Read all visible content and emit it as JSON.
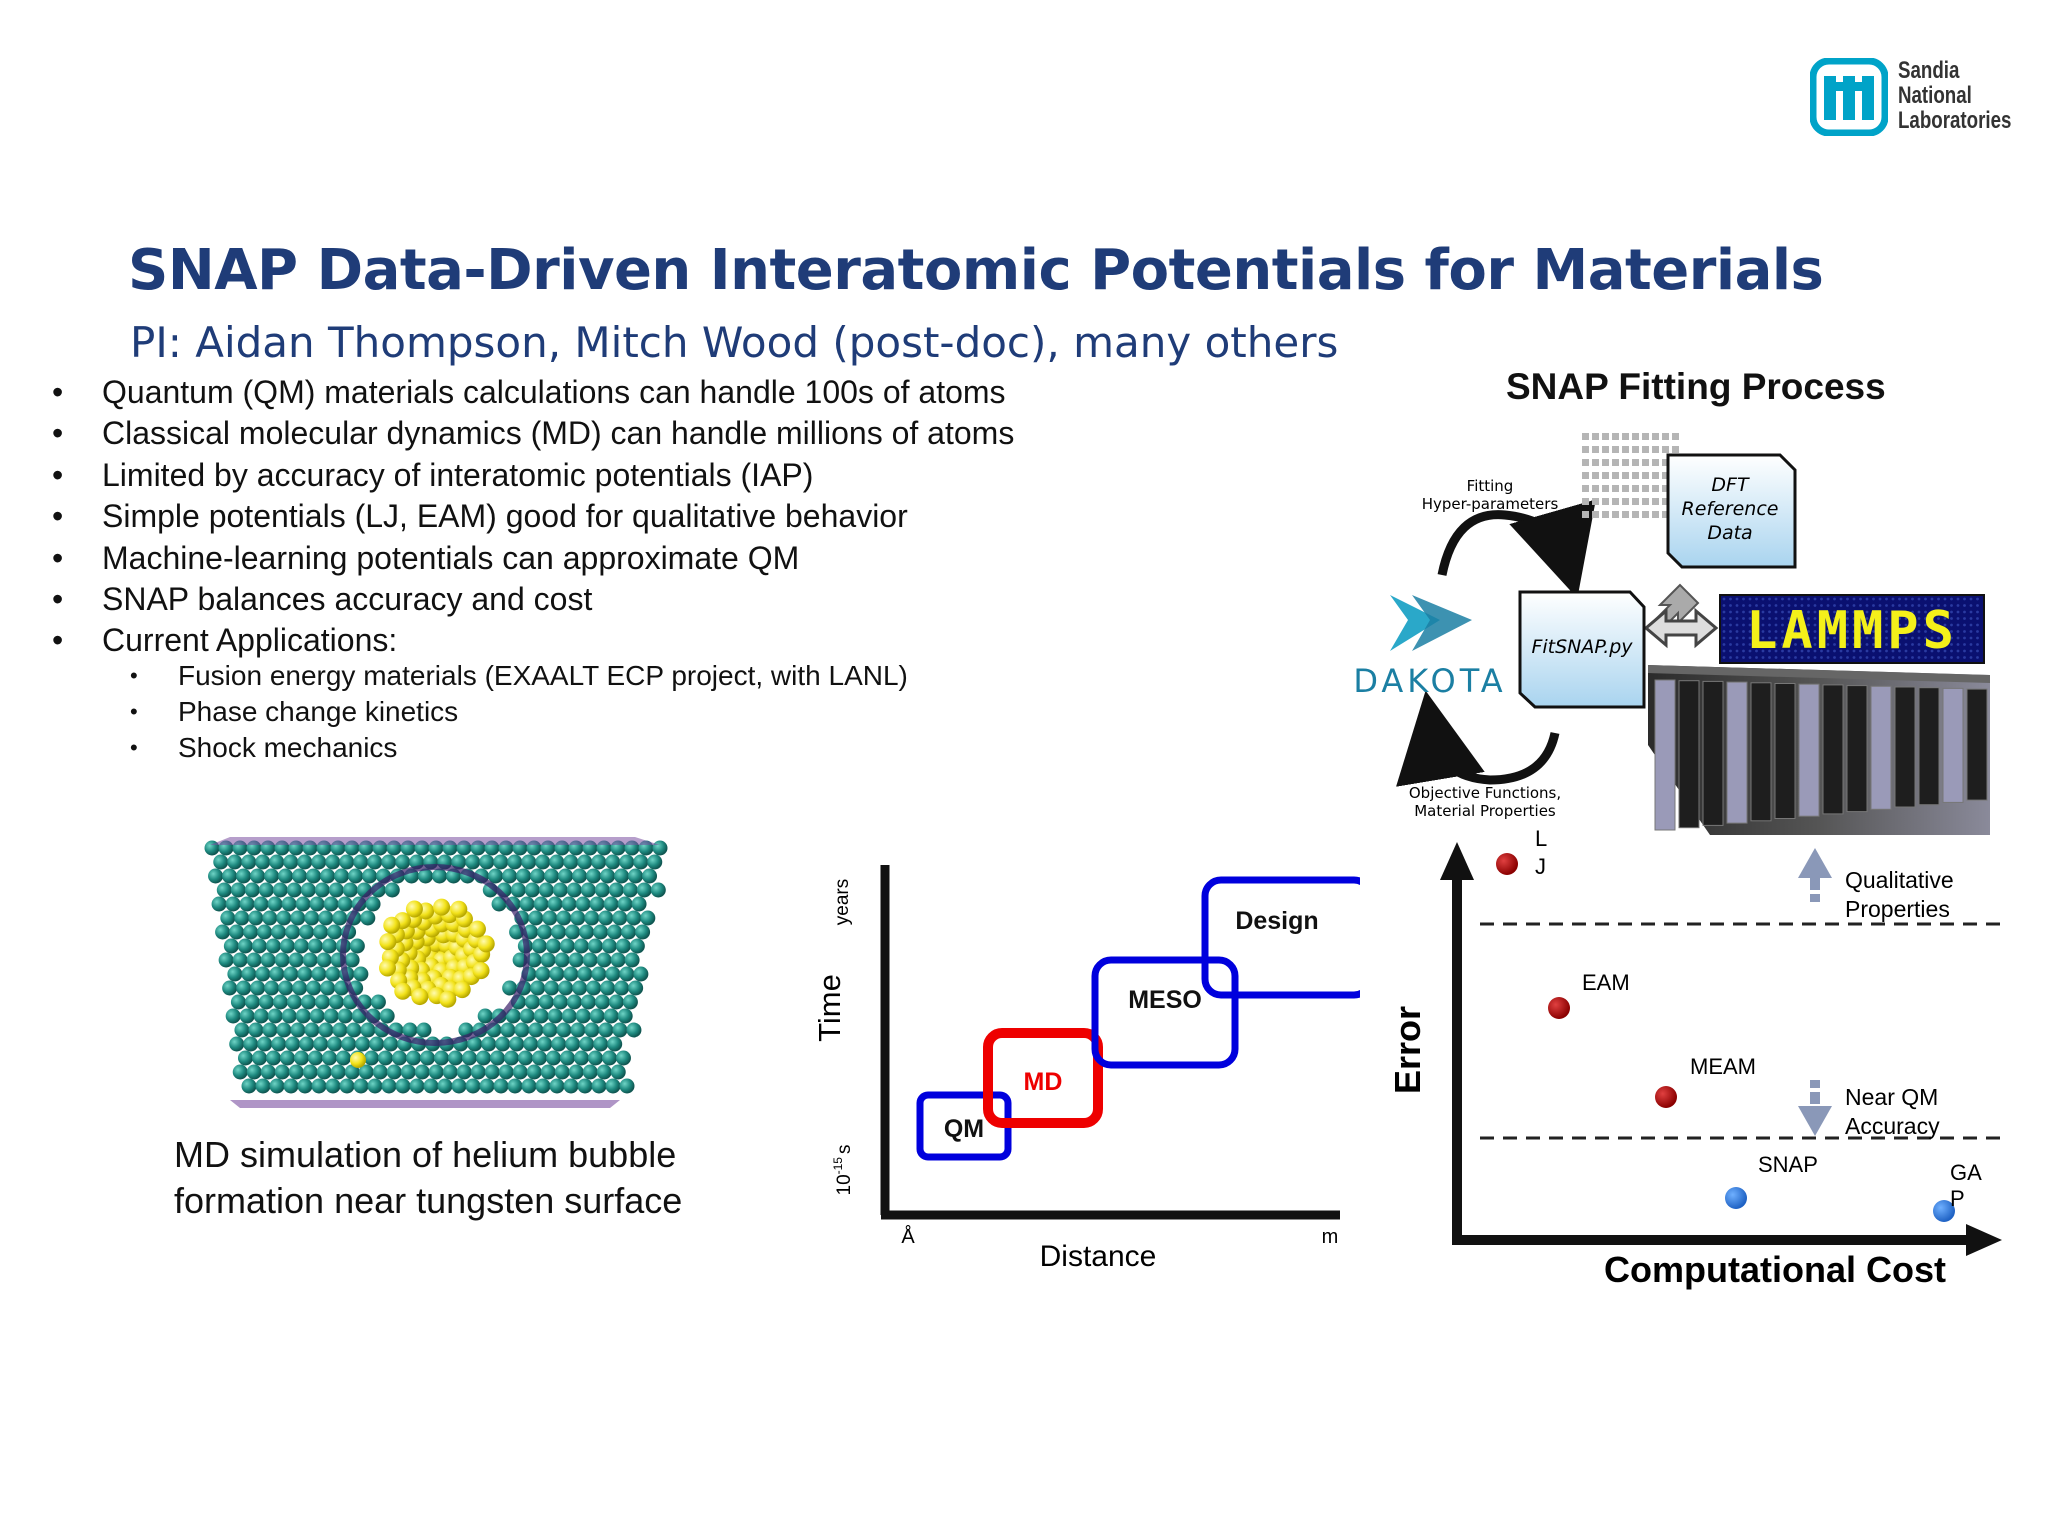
{
  "logo": {
    "org_line1": "Sandia",
    "org_line2": "National",
    "org_line3": "Laboratories",
    "color": "#00a3c8"
  },
  "slide": {
    "title": "SNAP Data-Driven Interatomic Potentials for Materials",
    "subtitle": "PI: Aidan Thompson, Mitch Wood (post-doc), many others",
    "title_color": "#1f3c78"
  },
  "bullets": [
    "Quantum (QM) materials calculations can handle 100s of atoms",
    "Classical molecular dynamics (MD) can handle millions of atoms",
    "Limited by accuracy of interatomic potentials (IAP)",
    "Simple potentials (LJ, EAM) good for qualitative behavior",
    "Machine-learning potentials can approximate QM",
    "SNAP balances accuracy and cost",
    "Current Applications:"
  ],
  "sub_bullets": [
    "Fusion energy materials (EXAALT ECP project, with LANL)",
    "Phase change kinetics",
    "Shock mechanics"
  ],
  "md_image": {
    "caption": "MD simulation of helium bubble formation near tungsten surface",
    "atom_color": "#1e8a80",
    "bubble_color": "#f2e21a"
  },
  "scale_diagram": {
    "y_label": "Time",
    "y_top": "years",
    "y_bottom_base": "10",
    "y_bottom_exp": "-15",
    "y_bottom_unit": "s",
    "x_label": "Distance",
    "x_left": "Å",
    "x_right": "m",
    "boxes": [
      {
        "label": "QM",
        "color": "#0000dd"
      },
      {
        "label": "MD",
        "color": "#ee0000"
      },
      {
        "label": "MESO",
        "color": "#0000dd"
      },
      {
        "label": "Design",
        "color": "#0000dd"
      }
    ]
  },
  "fitting": {
    "title": "SNAP Fitting Process",
    "hyper_line1": "Fitting",
    "hyper_line2": "Hyper-parameters",
    "dft_line1": "DFT",
    "dft_line2": "Reference",
    "dft_line3": "Data",
    "fitsnap": "FitSNAP.py",
    "dakota": "DAKOTA",
    "lammps": "LAMMPS",
    "objective_line1": "Objective Functions,",
    "objective_line2": "Material Properties"
  },
  "error_chart": {
    "y_label": "Error",
    "x_label": "Computational Cost",
    "qualitative_line1": "Qualitative",
    "qualitative_line2": "Properties",
    "nearqm_line1": "Near QM",
    "nearqm_line2": "Accuracy",
    "points": [
      {
        "label_a": "L",
        "label_b": "J",
        "color": "#b01010"
      },
      {
        "label_a": "EAM",
        "label_b": "",
        "color": "#b01010"
      },
      {
        "label_a": "MEAM",
        "label_b": "",
        "color": "#b01010"
      },
      {
        "label_a": "SNAP",
        "label_b": "",
        "color": "#2d7fd6"
      },
      {
        "label_a": "GA",
        "label_b": "P",
        "color": "#2d7fd6"
      }
    ]
  }
}
